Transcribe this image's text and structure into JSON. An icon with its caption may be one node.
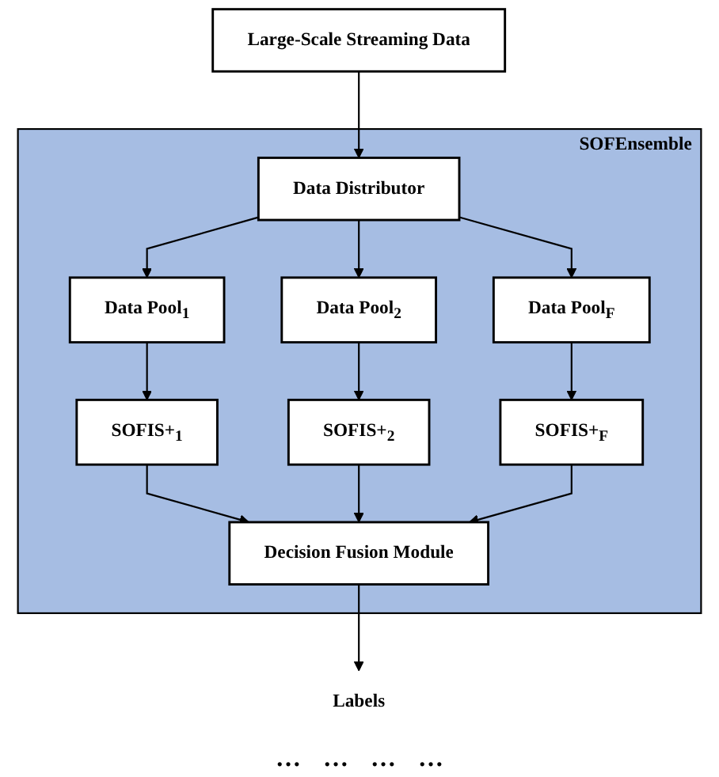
{
  "diagram": {
    "nodes": [
      {
        "text": [
          "Large-Scale Streaming Data"
        ]
      },
      {
        "text": [
          "SOFEnsemble"
        ]
      },
      {
        "text": [
          "Data Distributor"
        ],
        "in": 1
      },
      {
        "text": [
          "Data Pool$_{1}$"
        ],
        "in": 1
      },
      {
        "text": [
          "Data Pool$_{2}$"
        ],
        "in": 1
      },
      {
        "text": [
          "Data Pool$_{F}$"
        ],
        "in": 1
      },
      {
        "text": [
          "SOFIS+$_{1}$"
        ],
        "in": 1
      },
      {
        "text": [
          "SOFIS+$_{2}$"
        ],
        "in": 1
      },
      {
        "text": [
          "SOFIS+$_{F}$"
        ],
        "in": 1
      },
      {
        "text": [
          "Decision Fusion Module"
        ],
        "in": 1
      },
      {
        "text": [
          "Labels"
        ]
      }
    ],
    "edges": [
      {
        "from": 0,
        "to": 2,
        "arrow": "to"
      },
      {
        "from": 2,
        "to": 3,
        "arrow": "to"
      },
      {
        "from": 2,
        "to": 4,
        "arrow": "to"
      },
      {
        "from": 2,
        "to": 5,
        "arrow": "to"
      },
      {
        "from": 3,
        "to": 6,
        "arrow": "to"
      },
      {
        "from": 4,
        "to": 7,
        "arrow": "to"
      },
      {
        "from": 5,
        "to": 8,
        "arrow": "to"
      },
      {
        "from": 6,
        "to": 9,
        "arrow": "to"
      },
      {
        "from": 7,
        "to": 9,
        "arrow": "to"
      },
      {
        "from": 8,
        "to": 9,
        "arrow": "to"
      },
      {
        "from": 9,
        "to": 10,
        "arrow": "to"
      }
    ],
    "labels": [
      "…",
      "…",
      "…",
      "…"
    ]
  }
}
